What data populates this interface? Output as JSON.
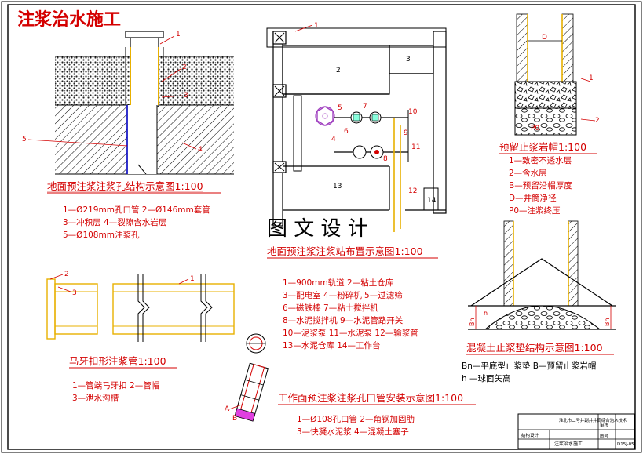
{
  "sheet_title": "注浆治水施工",
  "watermark": "图 文 设 计",
  "colors": {
    "accent_red": "#d40000",
    "ink": "#000000",
    "pipe_yellow": "#e8b000",
    "purple": "#a040c0",
    "blue": "#0000c0"
  },
  "fig1": {
    "title": "地面预注浆注浆孔结构示意图1:100",
    "notes": [
      "1—Ø219mm孔口管 2—Ø146mm套管",
      "3—冲积层 4—裂隙含水岩层",
      "5—Ø108mm注浆孔"
    ],
    "tags": [
      "1",
      "2",
      "3",
      "4",
      "5"
    ]
  },
  "fig2": {
    "title": "地面预注浆注浆站布置示意图1:100",
    "notes": [
      "1—900mm轨道 2—粘土仓库",
      "3—配电室 4—粉碎机 5—过滤筛",
      "6—磁铁棒 7—粘土搅拌机",
      "8—水泥搅拌机 9—水泥管路开关",
      "10—泥浆泵 11—水泥泵 12—输浆管",
      "13—水泥仓库 14—工作台"
    ],
    "tags": [
      "1",
      "2",
      "3",
      "4",
      "5",
      "6",
      "7",
      "8",
      "9",
      "10",
      "11",
      "12",
      "13",
      "14"
    ]
  },
  "fig3": {
    "title": "预留止浆岩帽1:100",
    "notes": [
      "1—致密不透水层",
      "2—含水层",
      "B—预留沿帽厚度",
      "D—井筒净径",
      "P0—注浆终压"
    ],
    "tags": [
      "D",
      "1",
      "2",
      "P0"
    ]
  },
  "fig4": {
    "title": "混凝土止浆垫结构示意图1:100",
    "notes": [
      "Bn—平底型止浆垫 B—预留止浆岩帽",
      "h  —球面矢高"
    ],
    "tags": [
      "Bn",
      "Bn",
      "h"
    ]
  },
  "fig5": {
    "title": "马牙扣形注浆管1:100",
    "notes": [
      "1—管端马牙扣 2—管帽",
      "3—泄水沟槽"
    ],
    "tags": [
      "1",
      "2",
      "3"
    ]
  },
  "fig6": {
    "title": "工作面预注浆注浆孔口管安装示意图1:100",
    "notes": [
      "1—Ø108孔口管 2—角钢加固肋",
      "3—快凝水泥浆    4—混凝土塞子"
    ],
    "tags": [
      "A",
      "B"
    ]
  },
  "title_block": {
    "project": "淮北市二号井副井井筒综合治水技术",
    "drawing_name": "注浆治水施工",
    "row_labels": [
      "结构设计",
      "审核",
      "图号"
    ],
    "sheet_no": "D15J-05"
  }
}
